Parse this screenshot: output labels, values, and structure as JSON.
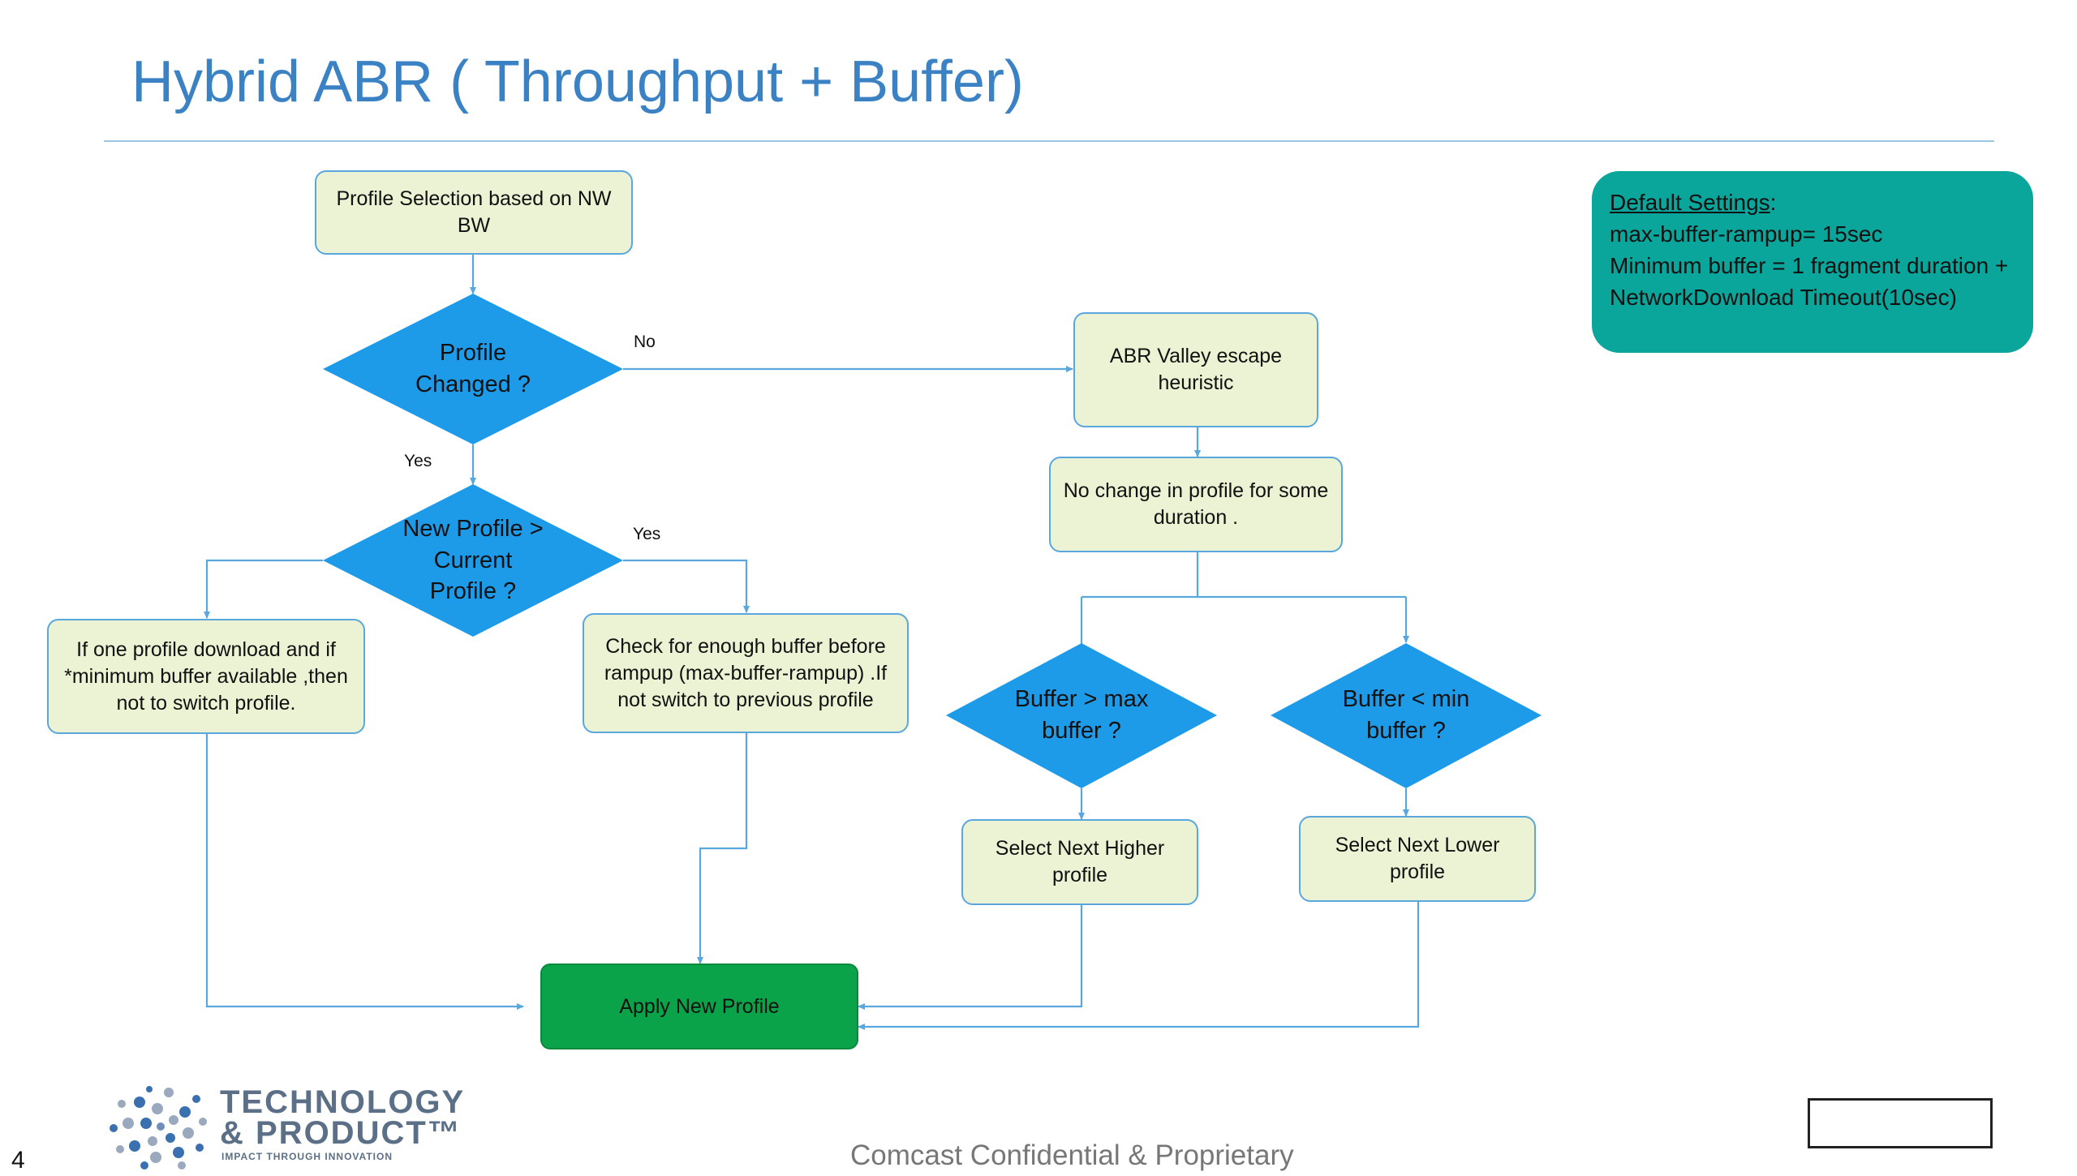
{
  "slide": {
    "title": "Hybrid ABR ( Throughput + Buffer)",
    "footer": "Comcast Confidential & Proprietary",
    "slide_number": "4"
  },
  "flow": {
    "profile_selection": "Profile Selection based on NW BW",
    "profile_changed": "Profile Changed ?",
    "new_profile": "New Profile > Current Profile ?",
    "if_one_profile": "If one profile download and if *minimum buffer available ,then not to switch profile.",
    "check_buffer": "Check for enough buffer before rampup (max-buffer-rampup) .If not switch to previous profile",
    "abr_valley": "ABR Valley escape heuristic",
    "no_change": "No change in profile for some duration .",
    "buffer_gt": "Buffer > max buffer ?",
    "buffer_lt": "Buffer < min buffer ?",
    "select_higher": "Select Next Higher profile",
    "select_lower": "Select Next Lower profile",
    "apply": "Apply New Profile",
    "label_no": "No",
    "label_yes_1": "Yes",
    "label_yes_2": "Yes"
  },
  "settings": {
    "heading": "Default Settings",
    "colon": ":",
    "line1": "max-buffer-rampup= 15sec",
    "line2": "Minimum buffer = 1 fragment duration + NetworkDownload Timeout(10sec)"
  },
  "logo": {
    "line1": "TECHNOLOGY",
    "line2": "& PRODUCT™",
    "tagline": "IMPACT THROUGH INNOVATION"
  },
  "colors": {
    "diamond": "#1e9be8",
    "box_fill": "#ecf3d4",
    "connector": "#5aa7dd",
    "apply_fill": "#0aa34a",
    "settings_fill": "#0aa59b",
    "title": "#3b82c4"
  }
}
